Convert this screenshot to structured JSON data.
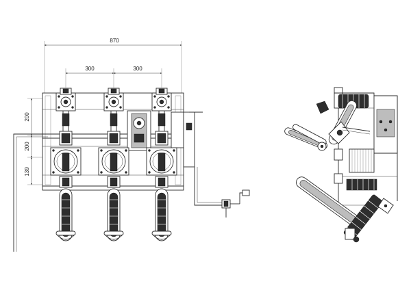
{
  "drawing": {
    "front_view": {
      "dimensions": {
        "overall_width": "870",
        "pole_spacing_left": "300",
        "pole_spacing_right": "300",
        "vertical_upper": "200",
        "vertical_middle": "200",
        "vertical_lower": "139"
      },
      "pole_count": 3
    },
    "side_view": {}
  }
}
